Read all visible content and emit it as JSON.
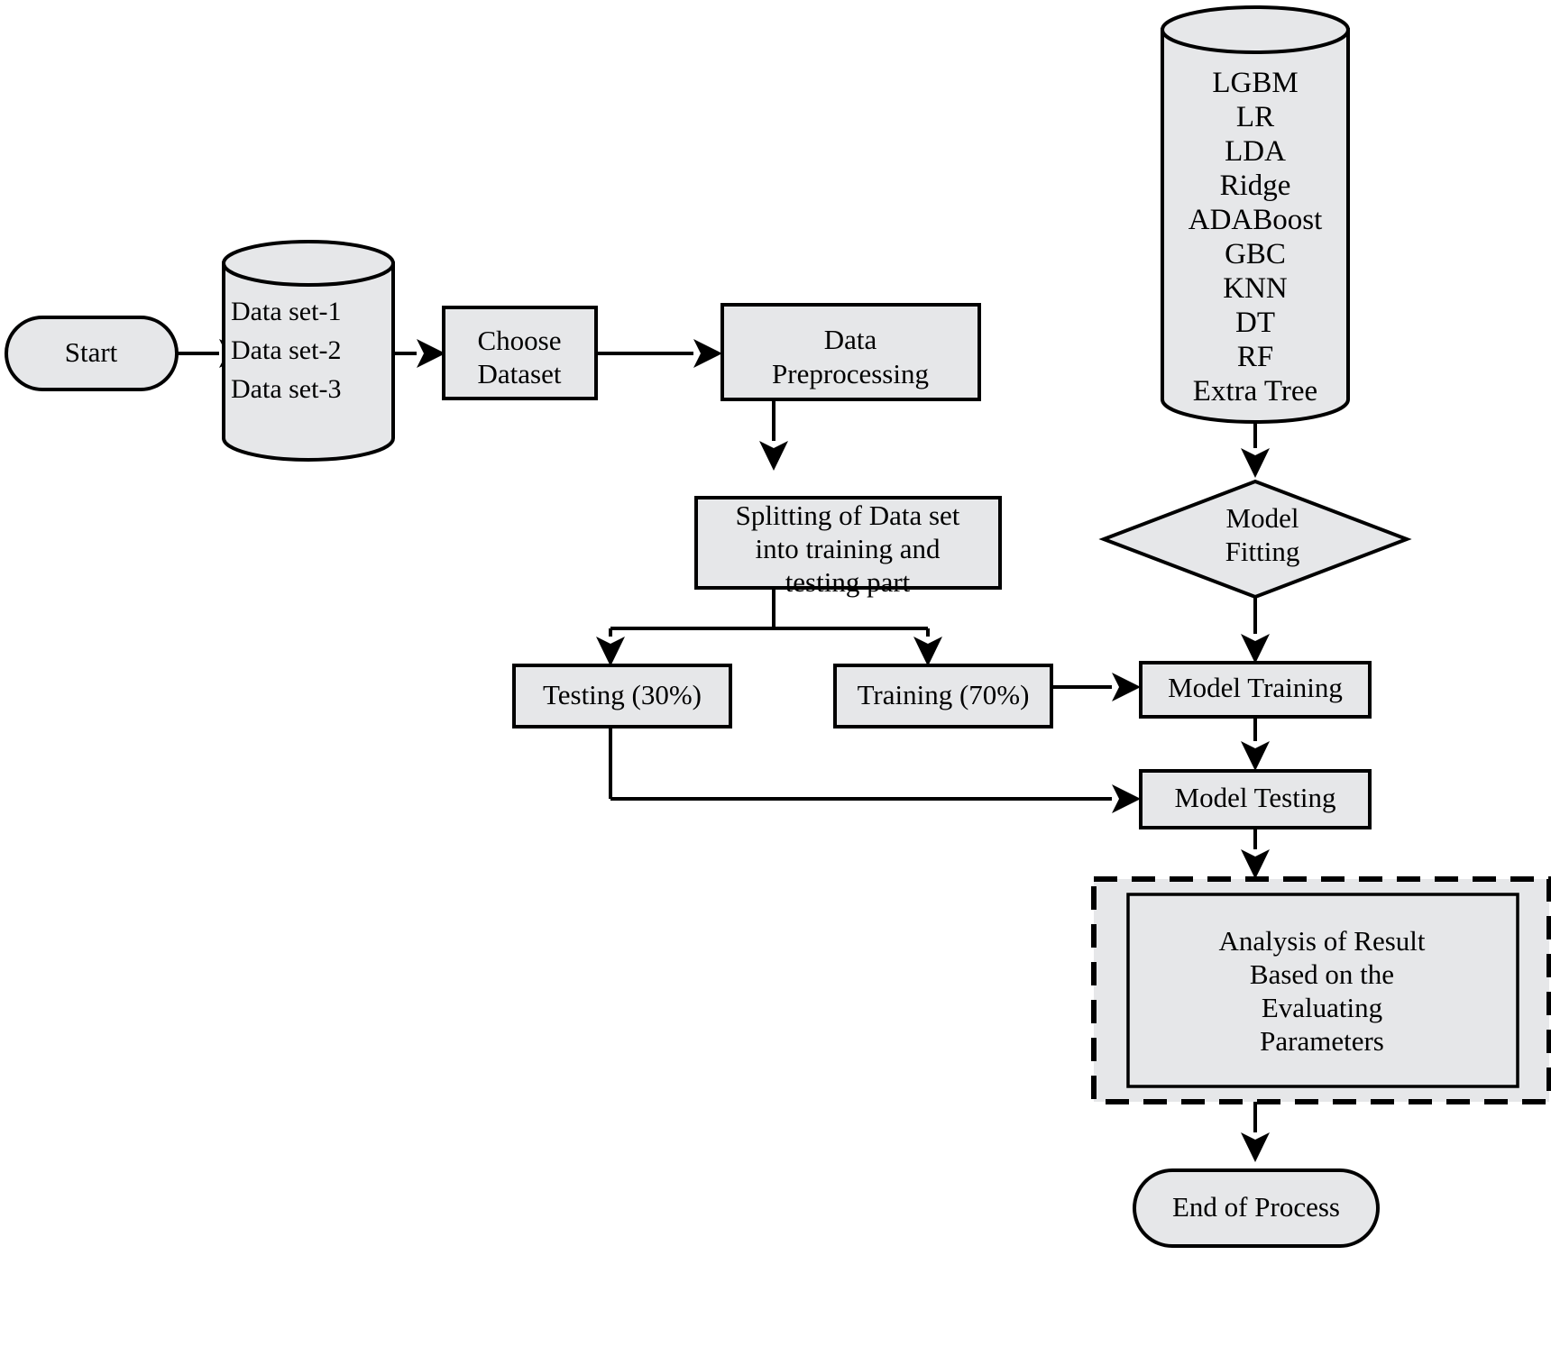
{
  "diagram": {
    "title": "Machine Learning Workflow Flowchart",
    "style": {
      "node_fill": "#e6e7e9",
      "stroke": "#000000",
      "background": "#ffffff"
    },
    "nodes": {
      "start": {
        "label": "Start",
        "shape": "rounded-terminal"
      },
      "datasets": {
        "shape": "cylinder",
        "lines": [
          "Data set-1",
          "Data set-2",
          "Data set-3"
        ]
      },
      "choose_dataset": {
        "shape": "rectangle",
        "lines": [
          "Choose",
          "Dataset"
        ]
      },
      "data_preprocessing": {
        "shape": "rectangle",
        "lines": [
          "Data",
          "Preprocessing"
        ]
      },
      "splitting": {
        "shape": "rectangle",
        "lines": [
          "Splitting of Data set",
          "into training and",
          "testing part"
        ]
      },
      "testing_split": {
        "shape": "rectangle",
        "label": "Testing (30%)"
      },
      "training_split": {
        "shape": "rectangle",
        "label": "Training (70%)"
      },
      "model_repository": {
        "shape": "cylinder",
        "lines": [
          "LGBM",
          "LR",
          "LDA",
          "Ridge",
          "ADABoost",
          "GBC",
          "KNN",
          "DT",
          "RF",
          "Extra Tree"
        ]
      },
      "model_fitting": {
        "shape": "diamond",
        "lines": [
          "Model",
          "Fitting"
        ]
      },
      "model_training": {
        "shape": "rectangle",
        "label": "Model Training"
      },
      "model_testing": {
        "shape": "rectangle",
        "label": "Model Testing"
      },
      "analysis": {
        "shape": "rectangle-in-dashed-group",
        "lines": [
          "Analysis of Result",
          "Based on the",
          "Evaluating",
          "Parameters"
        ]
      },
      "end": {
        "label": "End of Process",
        "shape": "rounded-terminal"
      }
    },
    "edges": [
      {
        "from": "start",
        "to": "datasets"
      },
      {
        "from": "datasets",
        "to": "choose_dataset"
      },
      {
        "from": "choose_dataset",
        "to": "data_preprocessing"
      },
      {
        "from": "data_preprocessing",
        "to": "splitting"
      },
      {
        "from": "splitting",
        "to": "testing_split"
      },
      {
        "from": "splitting",
        "to": "training_split"
      },
      {
        "from": "training_split",
        "to": "model_training"
      },
      {
        "from": "testing_split",
        "to": "model_testing"
      },
      {
        "from": "model_repository",
        "to": "model_fitting"
      },
      {
        "from": "model_fitting",
        "to": "model_training"
      },
      {
        "from": "model_training",
        "to": "model_testing"
      },
      {
        "from": "model_testing",
        "to": "analysis"
      },
      {
        "from": "analysis",
        "to": "end"
      }
    ]
  }
}
